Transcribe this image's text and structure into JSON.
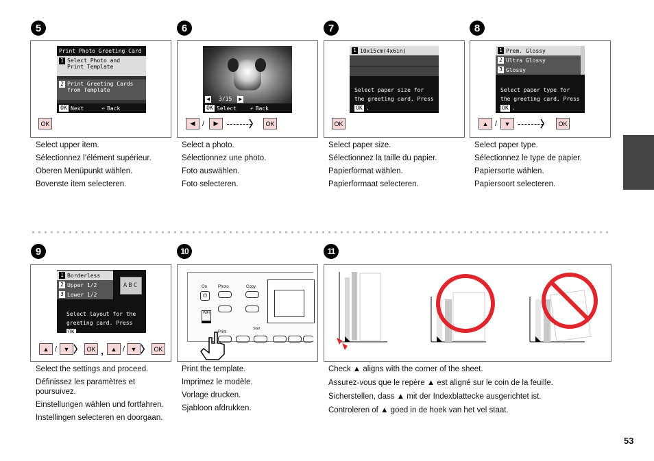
{
  "steps": {
    "s5": {
      "num": "5",
      "lcd_title": "Print Photo Greeting Card",
      "item1_num": "1",
      "item1": "Select Photo and",
      "item1b": "Print Template",
      "item2_num": "2",
      "item2": "Print Greeting Cards",
      "item2b": "from Template",
      "ok": "OK",
      "next": "Next",
      "back": "Back",
      "button_ok": "OK",
      "lines": [
        "Select upper item.",
        "Sélectionnez l’élément supérieur.",
        "Oberen Menüpunkt wählen.",
        "Bovenste item selecteren."
      ]
    },
    "s6": {
      "num": "6",
      "counter": "3/15",
      "ok": "OK",
      "select": "Select",
      "back": "Back",
      "left": "◀",
      "slash": "/",
      "right": "▶",
      "button_ok": "OK",
      "lines": [
        "Select a photo.",
        "Sélectionnez une photo.",
        "Foto auswählen.",
        "Foto selecteren."
      ]
    },
    "s7": {
      "num": "7",
      "item1_num": "1",
      "item1": "10x15cm(4x6in)",
      "msg1": "Select paper size for",
      "msg2": "the greeting card. Press",
      "ok": "OK",
      "button_ok": "OK",
      "lines": [
        "Select paper size.",
        "Sélectionnez la taille du papier.",
        "Papierformat wählen.",
        "Papierformaat selecteren."
      ]
    },
    "s8": {
      "num": "8",
      "item1_num": "1",
      "item1": "Prem. Glossy",
      "item2_num": "2",
      "item2": "Ultra Glossy",
      "item3_num": "3",
      "item3": "Glossy",
      "msg1": "Select paper type for",
      "msg2": "the greeting card. Press",
      "ok": "OK",
      "up": "▲",
      "slash": "/",
      "down": "▼",
      "button_ok": "OK",
      "lines": [
        "Select paper type.",
        "Sélectionnez le type de papier.",
        "Papiersorte wählen.",
        "Papiersoort selecteren."
      ]
    },
    "s9": {
      "num": "9",
      "item1_num": "1",
      "item1": "Borderless",
      "item2_num": "2",
      "item2": "Upper 1/2",
      "item3_num": "3",
      "item3": "Lower 1/2",
      "abc": "ABC",
      "msg1": "Select layout for the",
      "msg2": "greeting card. Press",
      "ok": "OK",
      "up": "▲",
      "slash": "/",
      "down": "▼",
      "button_ok": "OK",
      "comma": ",",
      "lines": [
        "Select the settings and proceed.",
        "Définissez les paramètres et poursuivez.",
        "Einstellungen wählen und fortfahren.",
        "Instellingen selecteren en doorgaan."
      ]
    },
    "s10": {
      "num": "10",
      "on": "On",
      "photo": "Photo",
      "copy": "Copy",
      "print": "Print",
      "start": "Start",
      "wifi": "WiFi",
      "lines": [
        "Print the template.",
        "Imprimez le modèle.",
        "Vorlage drucken.",
        "Sjabloon afdrukken."
      ]
    },
    "s11": {
      "num": "11",
      "lines": [
        "Check ▲ aligns with the corner of the sheet.",
        "Assurez-vous que le repère ▲ est aligné sur le coin de la feuille.",
        "Sicherstellen, dass ▲ mit der Indexblattecke ausgerichtet ist.",
        "Controleren of ▲ goed in de hoek van het vel staat."
      ]
    }
  },
  "page_number": "53",
  "colors": {
    "button_fill": "#f6d7d7",
    "accent_red": "#e0262d",
    "side_tab": "#444444"
  }
}
